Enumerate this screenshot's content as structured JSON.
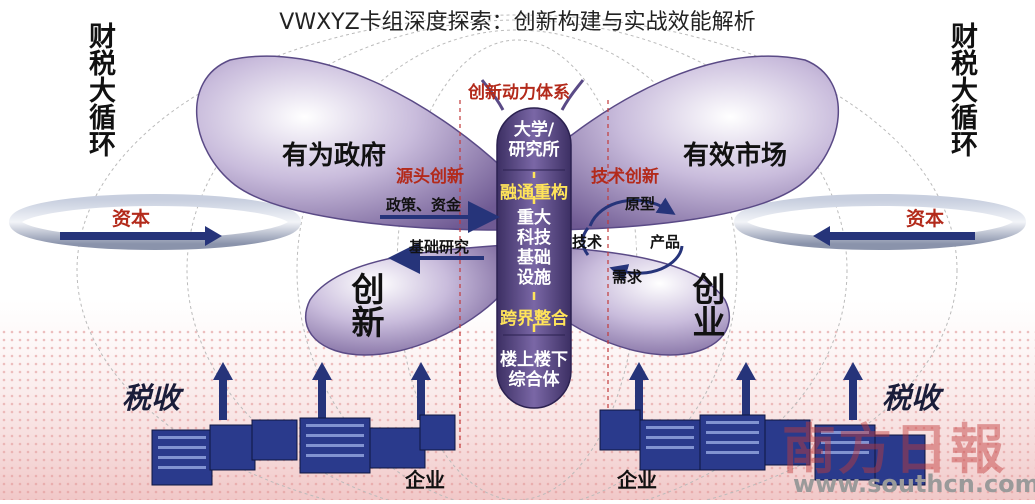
{
  "caption": "VWXYZ卡组深度探索：创新构建与实战效能解析",
  "left_column": "财税大循环",
  "right_column": "财税大循环",
  "top_title": "创新动力体系",
  "left_wing": {
    "title": "有为政府",
    "source_label": "源头创新",
    "policy_label": "政策、资金",
    "research_label": "基础研究",
    "lower_label": "创新"
  },
  "right_wing": {
    "title": "有效市场",
    "tech_label": "技术创新",
    "cycle": [
      "原型",
      "产品",
      "需求",
      "技术"
    ],
    "lower_label": "创业"
  },
  "body": {
    "head": "大学/\n研究所",
    "integration": "融通重构",
    "core": "重大\n科技\n基础\n设施",
    "crossover": "跨界整合",
    "bottom": "楼上楼下\n综合体"
  },
  "capital_left": "资本",
  "capital_right": "资本",
  "tax_left": "税收",
  "tax_right": "税收",
  "enterprise_left": "企业",
  "enterprise_right": "企业",
  "watermark": "南方日報",
  "watermark_url": "www.southcn.com",
  "colors": {
    "wing_left": "#8a75a6",
    "wing_right": "#8a75a6",
    "body": "#5a4a86",
    "arrow_blue": "#26347a",
    "accent_red": "#b32a1b",
    "gold": "#ffe45a"
  }
}
